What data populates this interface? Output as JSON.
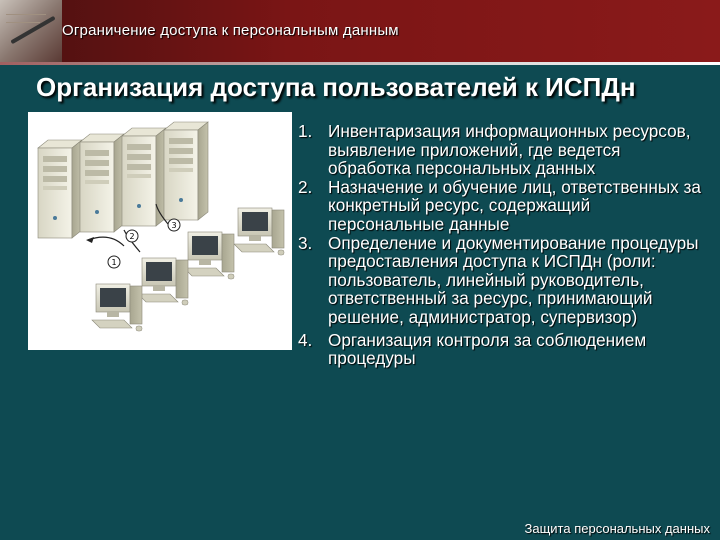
{
  "header": {
    "title": "Ограничение доступа к персональным данным"
  },
  "slide": {
    "title": "Организация доступа пользователей к ИСПДн",
    "list": [
      {
        "number": "1.",
        "text": "Инвентаризация информационных ресурсов, выявление приложений, где ведется обработка персональных данных"
      },
      {
        "number": "2.",
        "text": "Назначение и обучение лиц, ответственных за конкретный ресурс, содержащий персональные данные"
      },
      {
        "number": "3.",
        "text": "Определение и документирование процедуры предоставления доступа к ИСПДн (роли: пользователь, линейный руководитель, ответственный за ресурс,  принимающий решение, администратор, супервизор)"
      },
      {
        "number": "4.",
        "text": "Организация контроля за соблюдением процедуры"
      }
    ]
  },
  "illustration": {
    "labels": [
      "1",
      "2",
      "3"
    ]
  },
  "footer": {
    "text": "Защита персональных данных"
  },
  "colors": {
    "background": "#0e4a52",
    "header": "#7a1515"
  }
}
